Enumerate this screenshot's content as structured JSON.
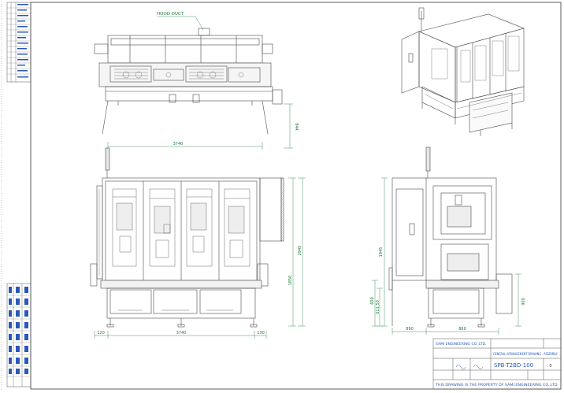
{
  "annotations": {
    "hood_duct": "HOOD DUCT"
  },
  "dimensions": {
    "top_width": "3740",
    "top_height": "844",
    "front_width": "3740",
    "front_left": "120",
    "front_right": "130",
    "front_total_height": "2945",
    "front_height": "1850",
    "side_total_height": "1945",
    "side_lower": "600",
    "side_lower_small": "611.50",
    "side_width_left": "890",
    "side_width_right": "860",
    "side_right_height": "900"
  },
  "title_block": {
    "company": "SAMI ENGINEERING CO.,LTD.",
    "drawing_title": "GENERAL ARRANGEMENT DRAWING - ASSEMBLY",
    "drawing_number": "SPB-T2BD-100",
    "revision": "0",
    "footer": "THIS DRAWING IS THE PROPERTY OF SAMI ENGINEERING CO.,LTD."
  },
  "colors": {
    "line": "#4a4a4a",
    "dimension": "#1b7a3a",
    "title_text": "#2a58b8",
    "background": "#ffffff"
  }
}
